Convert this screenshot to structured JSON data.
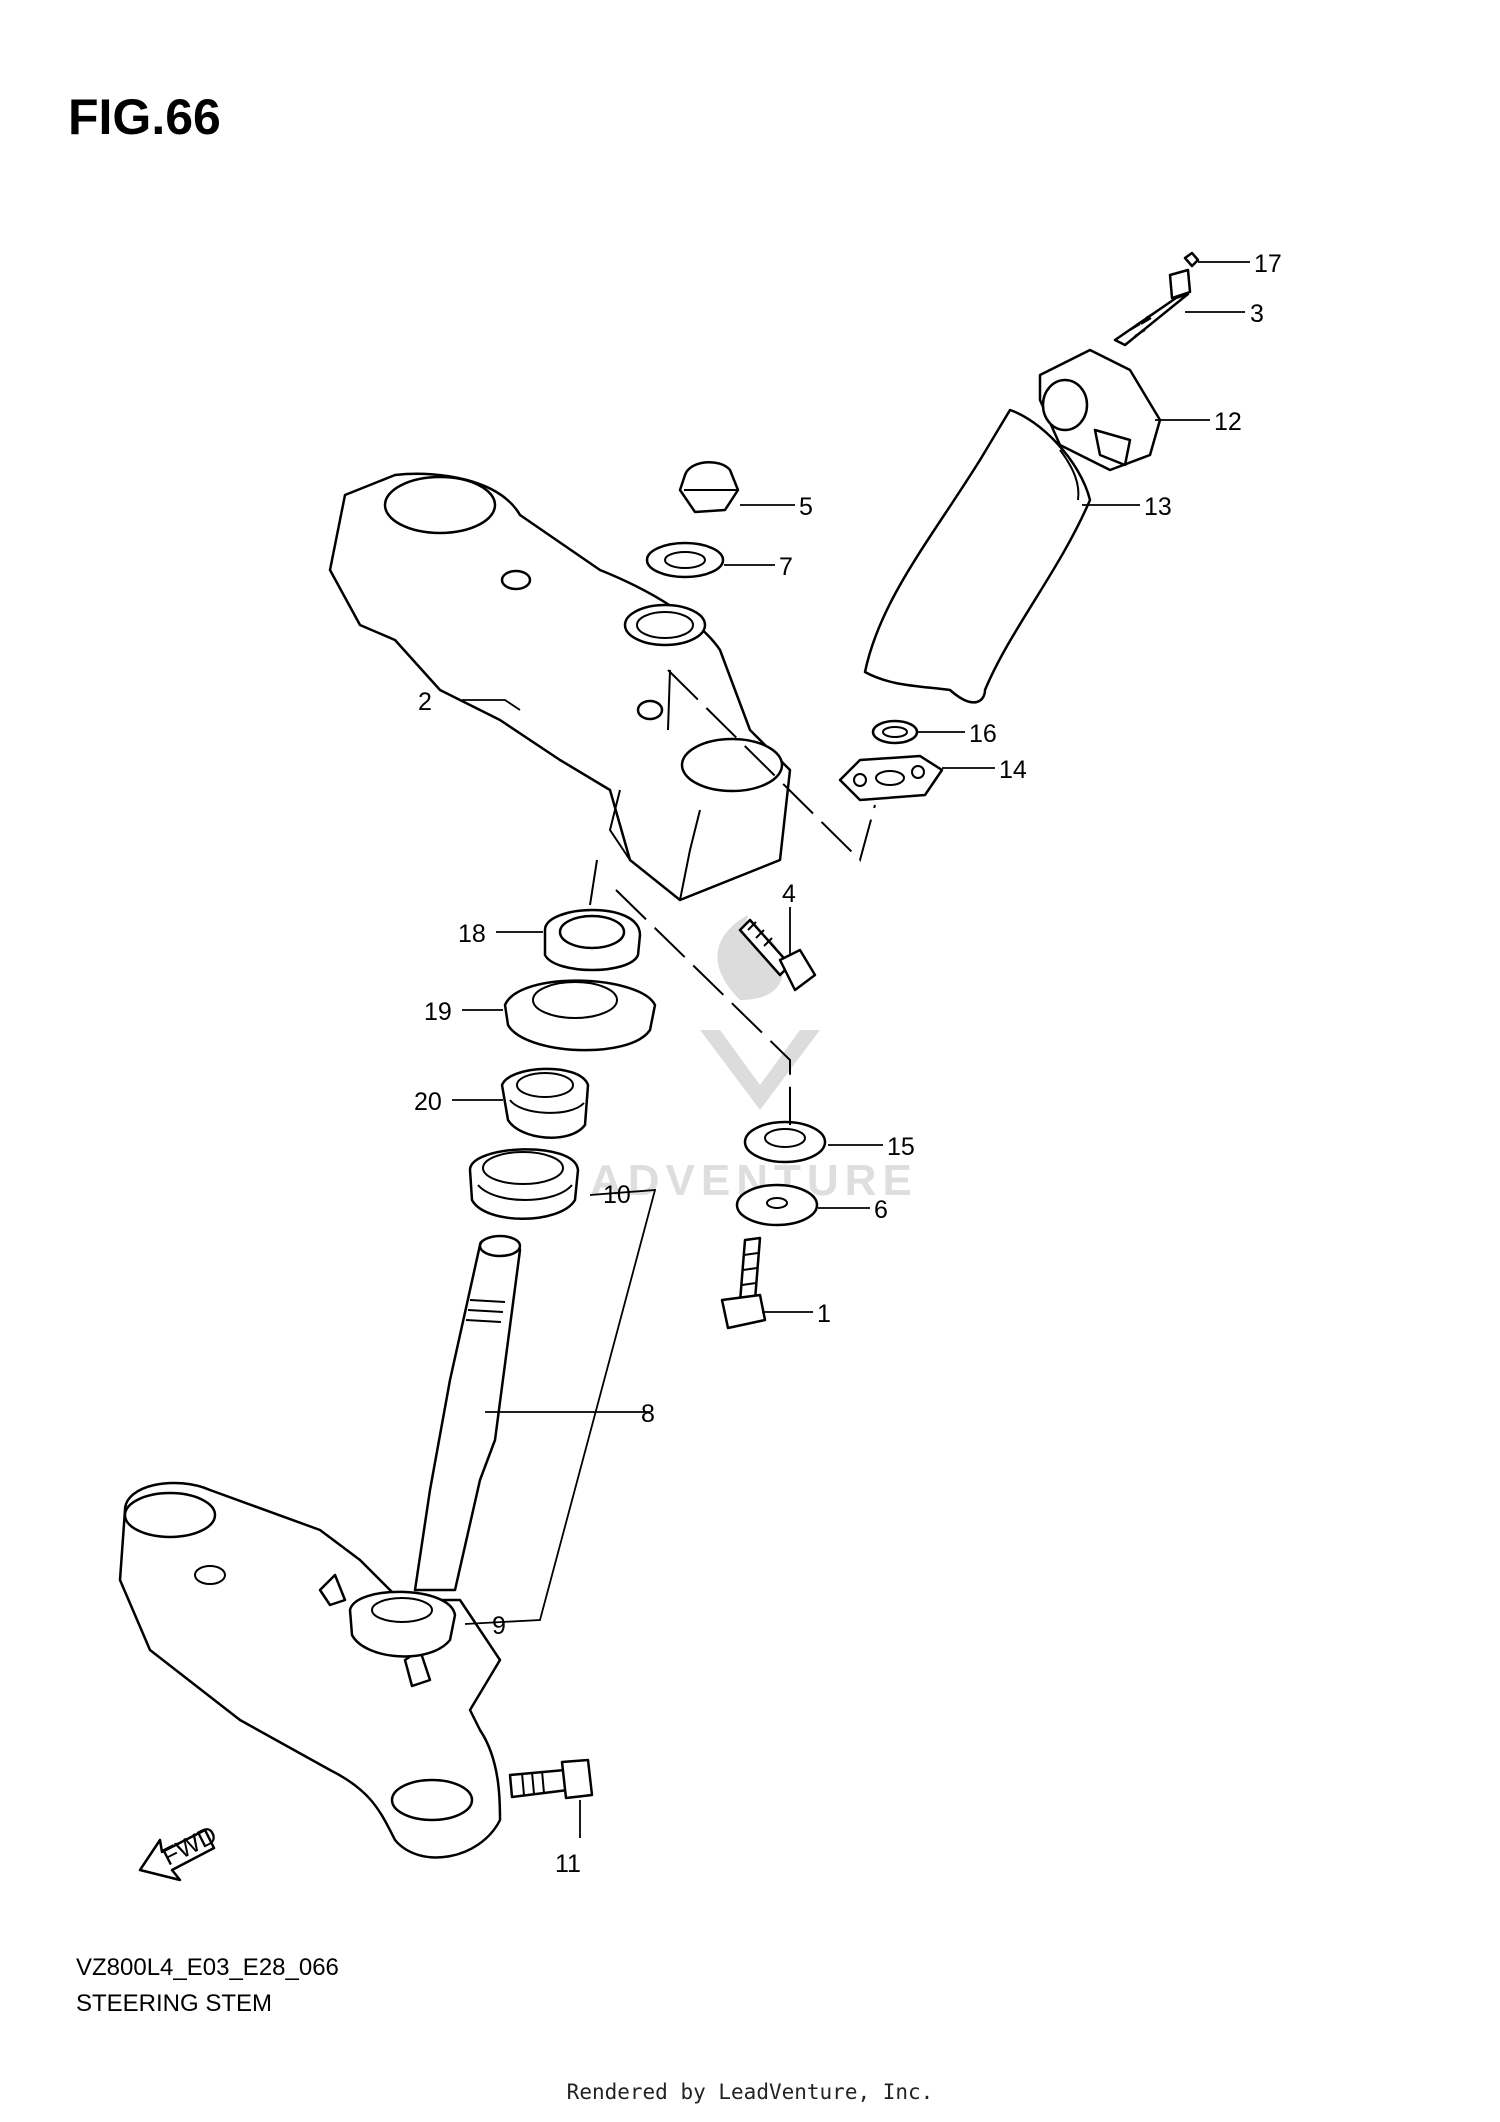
{
  "figure": {
    "title": "FIG.66",
    "code": "VZ800L4_E03_E28_066",
    "caption": "STEERING STEM",
    "footer": "Rendered by LeadVenture, Inc.",
    "watermark": "ADVENTURE",
    "fwd_label": "FWD"
  },
  "callouts": [
    "17",
    "3",
    "12",
    "13",
    "5",
    "7",
    "2",
    "16",
    "14",
    "4",
    "18",
    "19",
    "20",
    "15",
    "10",
    "6",
    "1",
    "8",
    "9",
    "11"
  ],
  "parts": [
    {
      "ref": "1",
      "name": "bolt"
    },
    {
      "ref": "2",
      "name": "upper-bracket"
    },
    {
      "ref": "3",
      "name": "bolt"
    },
    {
      "ref": "4",
      "name": "bolt"
    },
    {
      "ref": "5",
      "name": "cap-nut"
    },
    {
      "ref": "6",
      "name": "washer"
    },
    {
      "ref": "7",
      "name": "washer"
    },
    {
      "ref": "8",
      "name": "steering-stem-lower-bracket"
    },
    {
      "ref": "9",
      "name": "dust-seal"
    },
    {
      "ref": "10",
      "name": "lower-bearing"
    },
    {
      "ref": "11",
      "name": "bolt"
    },
    {
      "ref": "12",
      "name": "handlebar-holder"
    },
    {
      "ref": "13",
      "name": "holder-cover"
    },
    {
      "ref": "14",
      "name": "plate"
    },
    {
      "ref": "15",
      "name": "washer"
    },
    {
      "ref": "16",
      "name": "washer"
    },
    {
      "ref": "17",
      "name": "clip"
    },
    {
      "ref": "18",
      "name": "stem-nut"
    },
    {
      "ref": "19",
      "name": "dust-seal"
    },
    {
      "ref": "20",
      "name": "upper-bearing"
    }
  ]
}
